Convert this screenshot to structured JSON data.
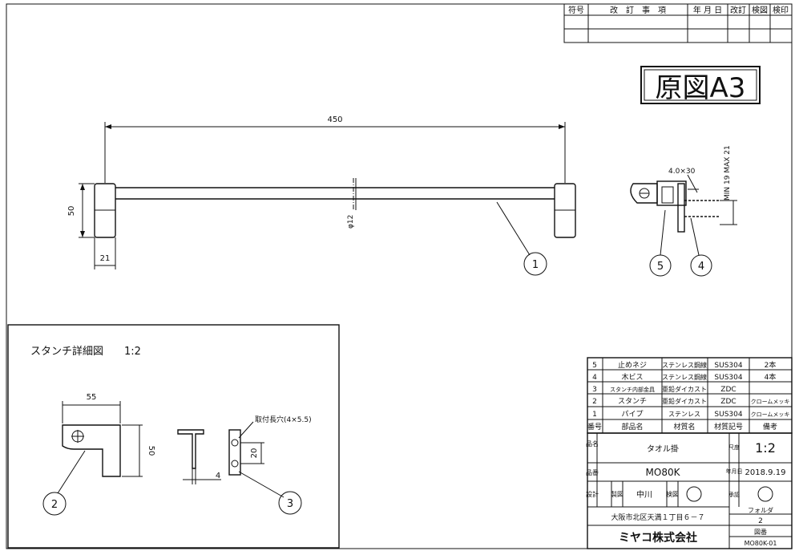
{
  "revision_table": {
    "headers": [
      "符号",
      "改　訂　事　項",
      "年 月 日",
      "改訂",
      "検図",
      "検印"
    ]
  },
  "original_stamp": "原図A3",
  "main_view": {
    "overall_length": "450",
    "height": "50",
    "depth": "21",
    "pipe_diameter": "φ12",
    "screw_size": "4.0×30",
    "min_max": "MIN 19  MAX 21",
    "balloons": [
      "1",
      "5",
      "4"
    ]
  },
  "detail_view": {
    "title": "スタンチ詳細図",
    "scale": "1:2",
    "dim_width": "55",
    "dim_height": "50",
    "dim_hole_pitch": "20",
    "dim_thickness": "4",
    "hole_note": "取付長穴(4×5.5)",
    "balloons": [
      "2",
      "3"
    ]
  },
  "parts_list": {
    "rows": [
      {
        "no": "5",
        "name": "止めネジ",
        "material": "ステンレス鋼線",
        "spec": "SUS304",
        "note": "2本"
      },
      {
        "no": "4",
        "name": "木ビス",
        "material": "ステンレス鋼線",
        "spec": "SUS304",
        "note": "4本"
      },
      {
        "no": "3",
        "name": "スタンチ内部金具",
        "material": "亜鉛ダイカスト",
        "spec": "ZDC",
        "note": ""
      },
      {
        "no": "2",
        "name": "スタンチ",
        "material": "亜鉛ダイカスト",
        "spec": "ZDC",
        "note": "クロームメッキ"
      },
      {
        "no": "1",
        "name": "パイプ",
        "material": "ステンレス",
        "spec": "SUS304",
        "note": "クロームメッキ"
      }
    ],
    "header": {
      "no": "番号",
      "name": "部品名",
      "material": "材質名",
      "spec": "材質記号",
      "note": "備考"
    }
  },
  "title_block": {
    "name_label": "品名",
    "name_value": "タオル掛",
    "code_label": "品番",
    "code_value": "MO80K",
    "scale_label": "尺度",
    "scale_value": "1:2",
    "date_label": "年月日",
    "date_value": "2018.9.19",
    "design_label": "設計",
    "drawn_label": "製図",
    "drawn_value": "中川",
    "check_label": "検図",
    "approve_label": "承認",
    "folder_label": "フォルダ",
    "folder_value": "2",
    "drawing_no_label": "図番",
    "drawing_no_value": "MO80K-01",
    "address": "大阪市北区天満１丁目６－７",
    "company": "ミヤコ株式会社"
  }
}
